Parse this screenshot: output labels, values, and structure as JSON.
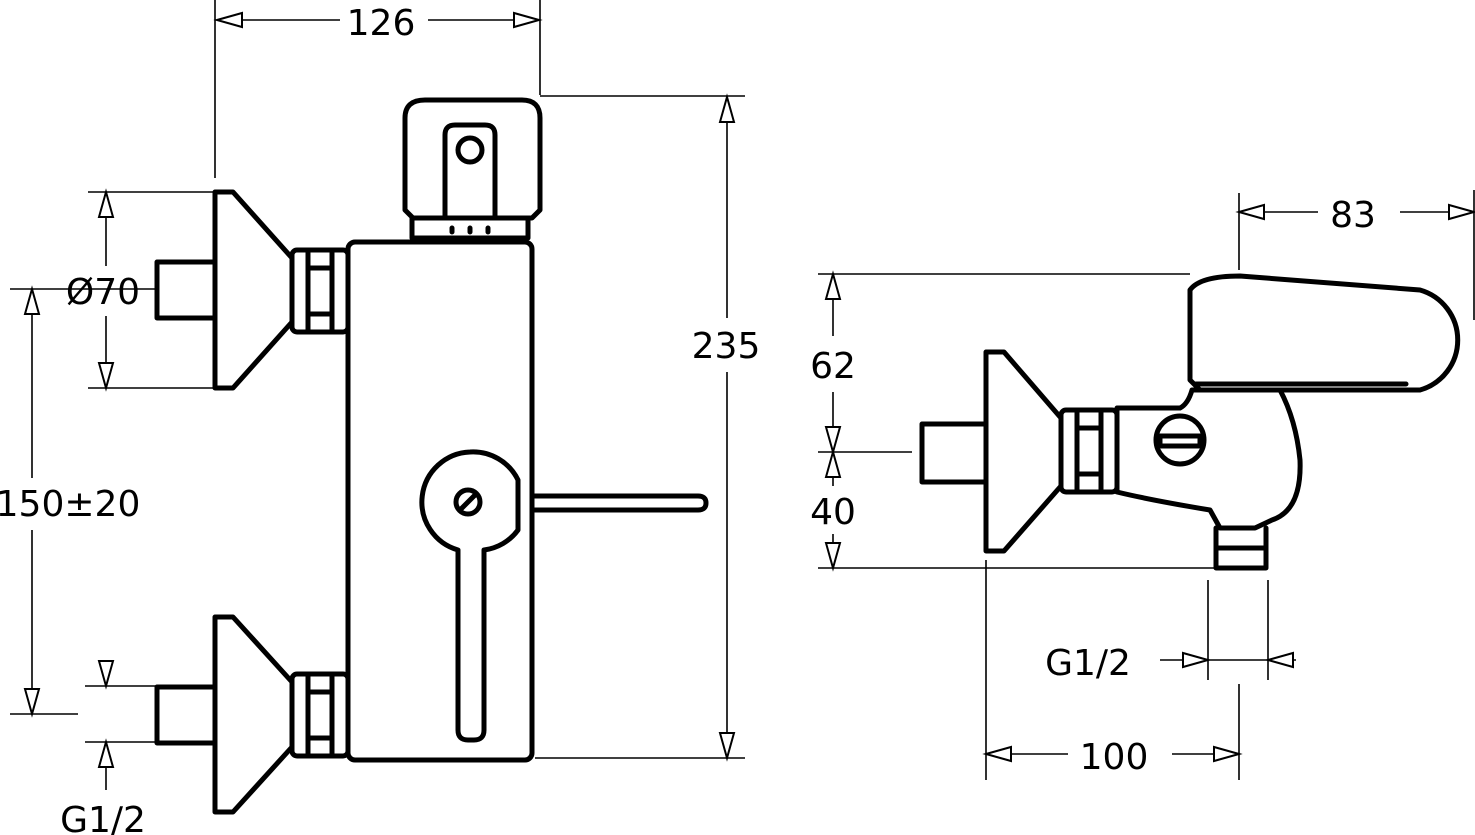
{
  "dimensions": {
    "front_width": "126",
    "front_height": "235",
    "flange_diameter": "Ø70",
    "inlet_spacing": "150±20",
    "front_inlet_thread": "G1/2",
    "side_depth": "83",
    "side_upper_height": "62",
    "side_lower_height": "40",
    "side_outlet_thread": "G1/2",
    "side_projection": "100"
  },
  "colors": {
    "line": "#000000",
    "background": "#ffffff"
  }
}
